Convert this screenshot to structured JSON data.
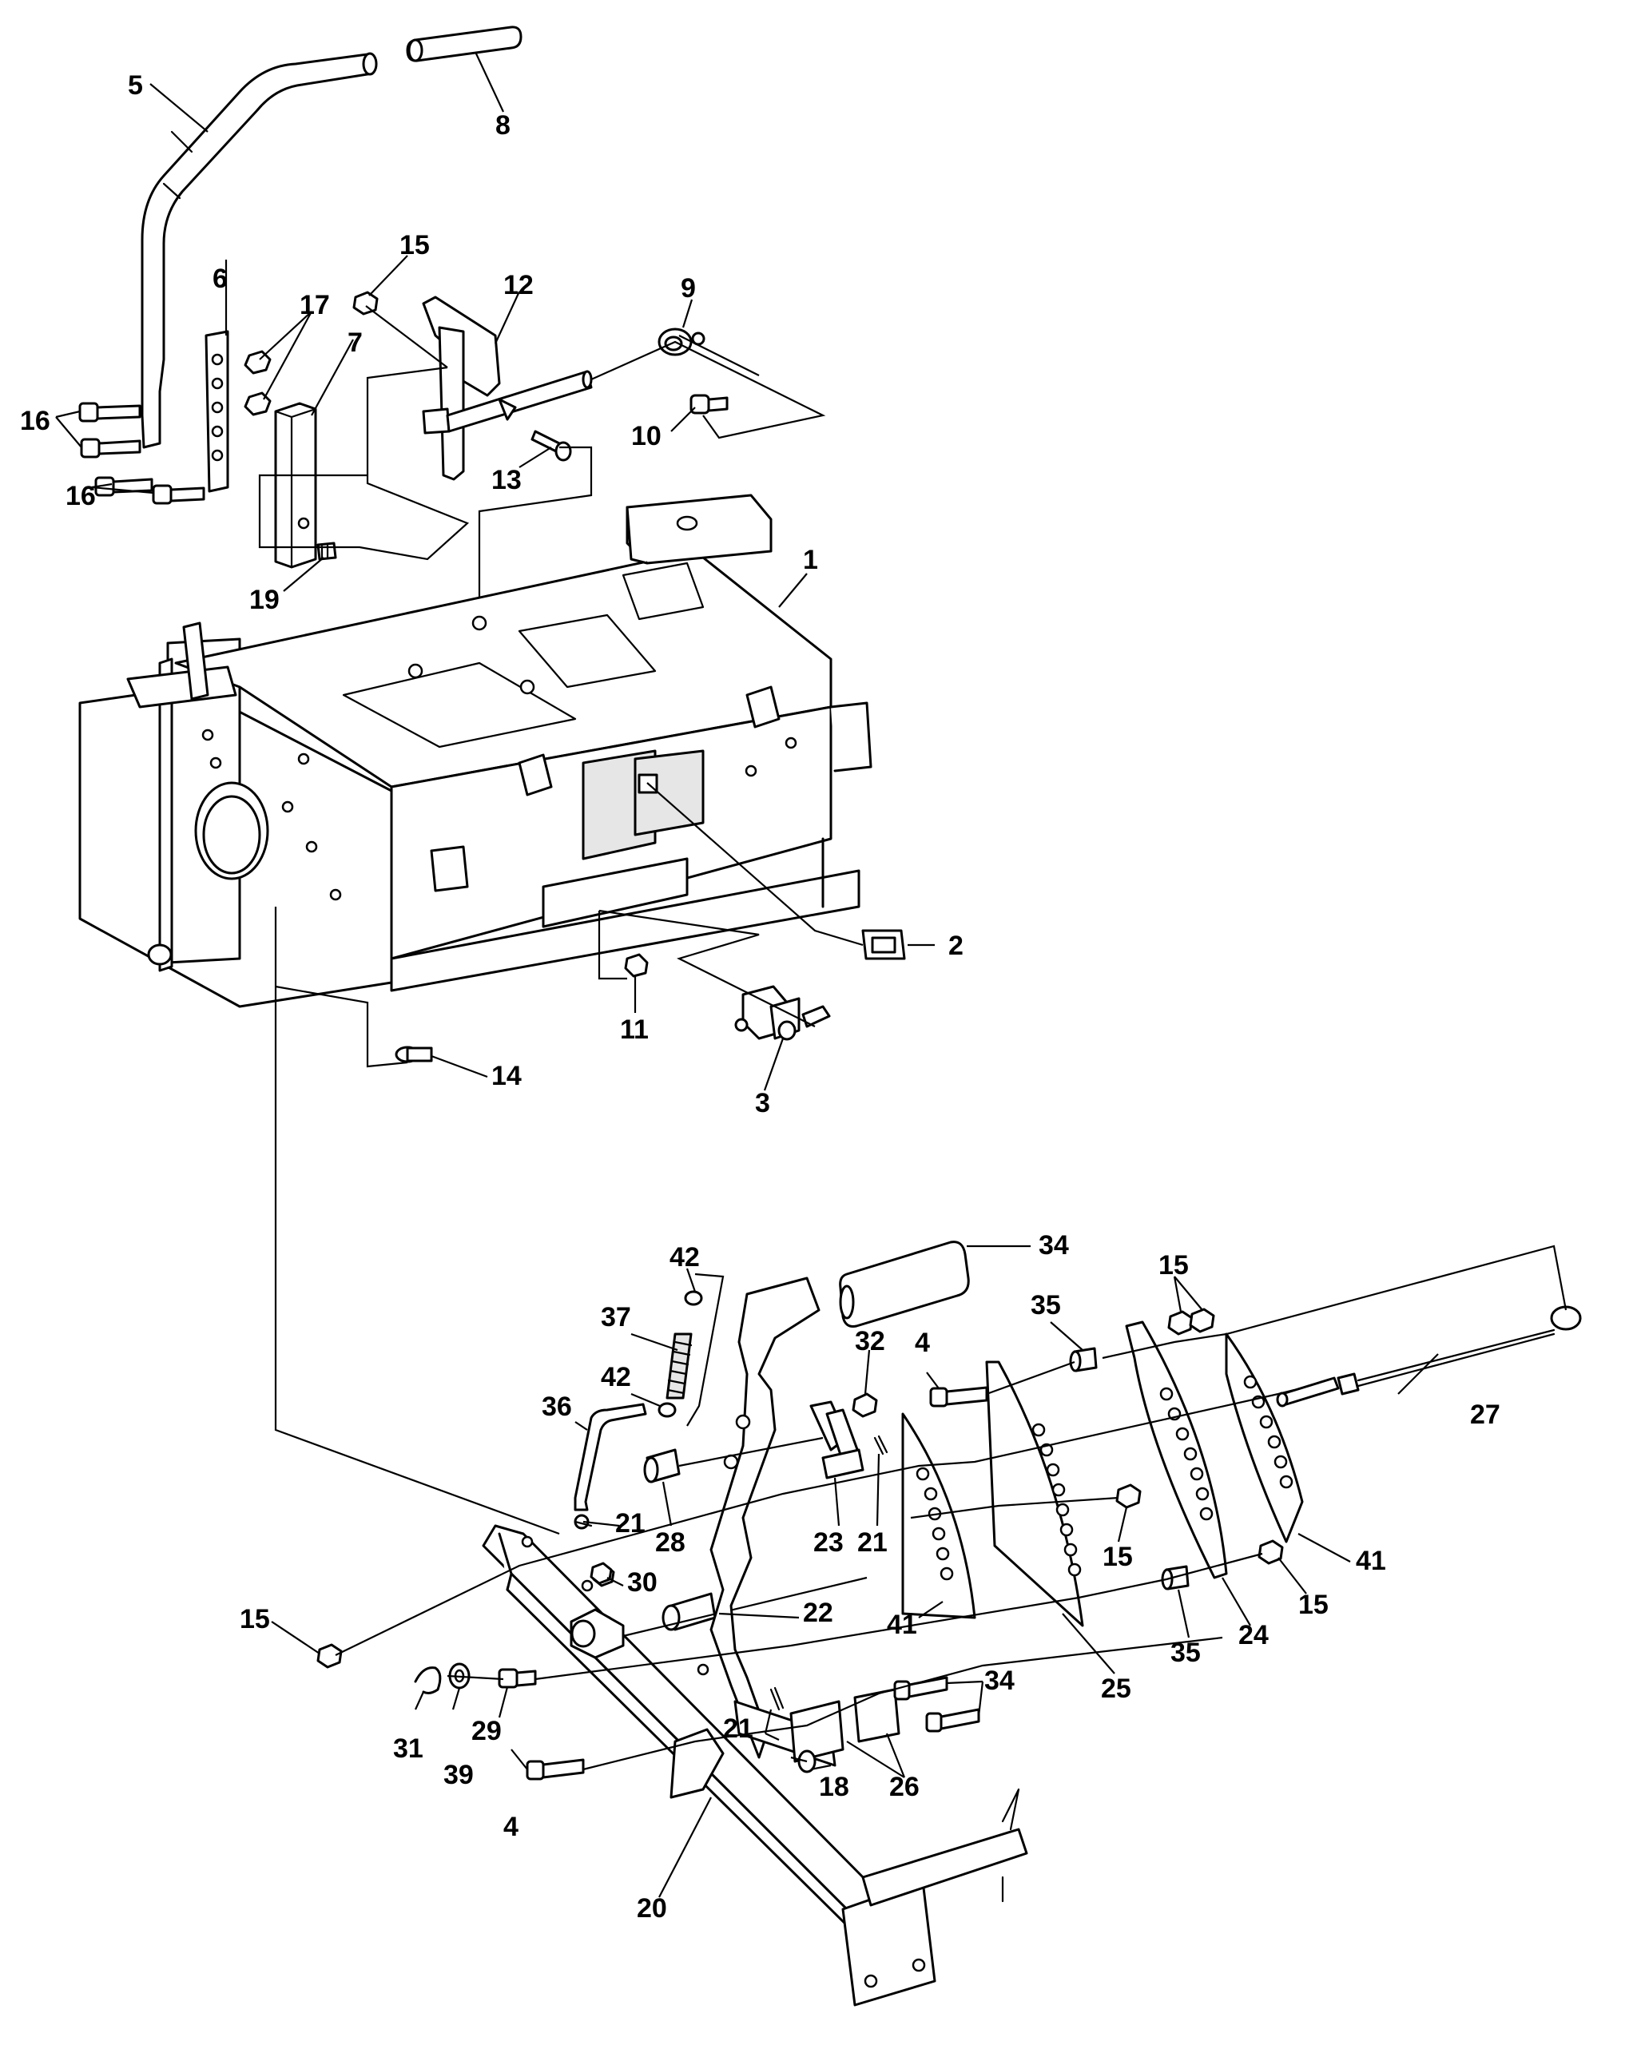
{
  "callouts": {
    "c1": "1",
    "c2": "2",
    "c3": "3",
    "c4a": "4",
    "c4b": "4",
    "c5": "5",
    "c6": "6",
    "c7": "7",
    "c8": "8",
    "c9": "9",
    "c10": "10",
    "c11": "11",
    "c12": "12",
    "c13": "13",
    "c14": "14",
    "c15a": "15",
    "c15b": "15",
    "c15c": "15",
    "c15d": "15",
    "c15e": "15",
    "c16a": "16",
    "c16b": "16",
    "c17": "17",
    "c18": "18",
    "c19": "19",
    "c20": "20",
    "c21a": "21",
    "c21b": "21",
    "c21c": "21",
    "c22": "22",
    "c23": "23",
    "c24": "24",
    "c25": "25",
    "c26": "26",
    "c27": "27",
    "c28": "28",
    "c29": "29",
    "c30": "30",
    "c31": "31",
    "c32": "32",
    "c34a": "34",
    "c34b": "34",
    "c35a": "35",
    "c35b": "35",
    "c36": "36",
    "c37": "37",
    "c39": "39",
    "c41a": "41",
    "c41b": "41",
    "c42a": "42",
    "c42b": "42"
  }
}
